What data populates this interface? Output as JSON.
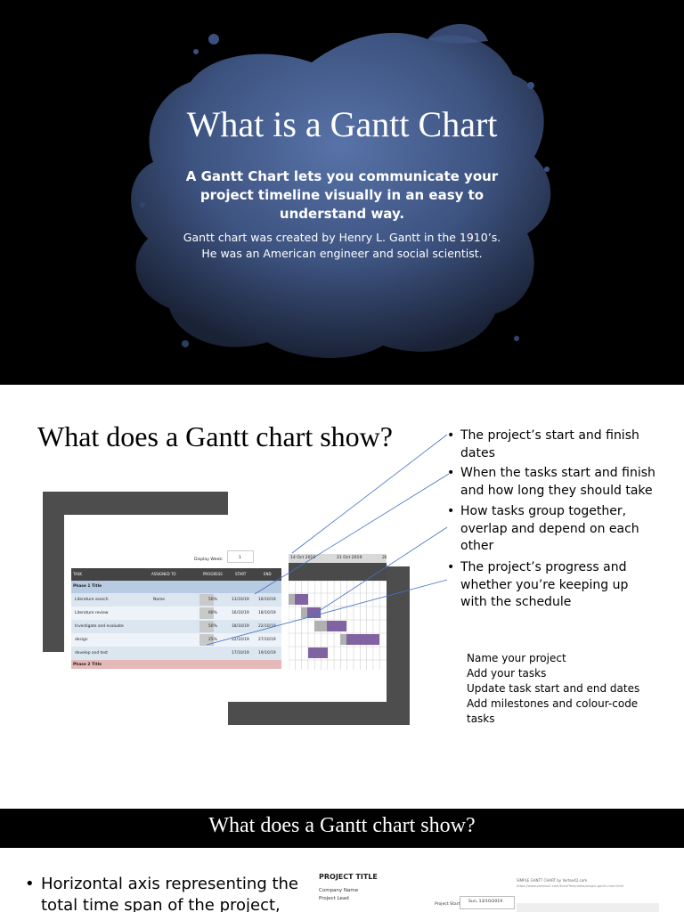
{
  "slide1": {
    "title": "What is a Gantt Chart",
    "subtitle_lines": [
      "A Gantt Chart lets you communicate your",
      "project timeline visually in an easy to",
      "understand way."
    ],
    "body_lines": [
      "Gantt chart was created by Henry L. Gantt in the 1910’s.",
      "He was an American engineer and social scientist."
    ],
    "colors": {
      "background": "#000000",
      "splash": "#4a6596"
    }
  },
  "slide2": {
    "title": "What does a Gantt chart show?",
    "bullets": [
      {
        "lines": [
          "The project’s start and finish",
          "dates"
        ]
      },
      {
        "lines": [
          "When the tasks start and finish",
          "and how long they should take"
        ]
      },
      {
        "lines": [
          "How tasks group together,",
          "overlap and depend on each",
          "other"
        ]
      },
      {
        "lines": [
          "The project’s progress and",
          "whether you’re keeping up",
          "with the schedule"
        ]
      }
    ],
    "steps": [
      "Name your project",
      "Add your tasks",
      "Update task start and end dates",
      "Add milestones and colour-code",
      "tasks"
    ],
    "mini_gantt": {
      "display_week_label": "Display Week:",
      "display_week_value": "1",
      "headers": [
        "TASK",
        "ASSIGNED TO",
        "PROGRESS",
        "START",
        "END"
      ],
      "weeks": [
        "14 Oct 2019",
        "21 Oct 2019",
        "28"
      ],
      "phase1": "Phase 1 Title",
      "phase2": "Phase 2 Title",
      "tasks": [
        {
          "name": "Literature search",
          "assigned": "Name",
          "progress": "50%",
          "start": "13/10/19",
          "end": "16/10/19"
        },
        {
          "name": "Literature review",
          "assigned": "",
          "progress": "60%",
          "start": "16/10/19",
          "end": "18/10/19"
        },
        {
          "name": "Investigate and evaluate",
          "assigned": "",
          "progress": "50%",
          "start": "18/10/19",
          "end": "22/10/19"
        },
        {
          "name": "design",
          "assigned": "",
          "progress": "25%",
          "start": "22/10/19",
          "end": "27/10/19"
        },
        {
          "name": "develop and test",
          "assigned": "",
          "progress": "",
          "start": "17/10/19",
          "end": "19/10/19"
        }
      ],
      "colors": {
        "header": "#444444",
        "phase1": "#b7cbe3",
        "row": "#dce6f1",
        "phase2": "#e6b8b7",
        "bar_done": "#b0b0b0",
        "bar_todo": "#8064a2",
        "arrow": "#4472c4"
      }
    }
  },
  "slide3": {
    "title": "What does a Gantt chart show?",
    "bullet_lines": [
      "Horizontal axis representing the",
      "total time span of the project,"
    ],
    "preview": {
      "project_title": "PROJECT TITLE",
      "company_name": "Company Name",
      "project_lead": "Project Lead",
      "project_start_label": "Project Start:",
      "project_start_value": "Sun, 13/10/2019",
      "credit": "SIMPLE GANTT CHART by Vertex42.com",
      "credit_url": "https://www.vertex42.com/ExcelTemplates/simple-gantt-chart.html"
    }
  }
}
